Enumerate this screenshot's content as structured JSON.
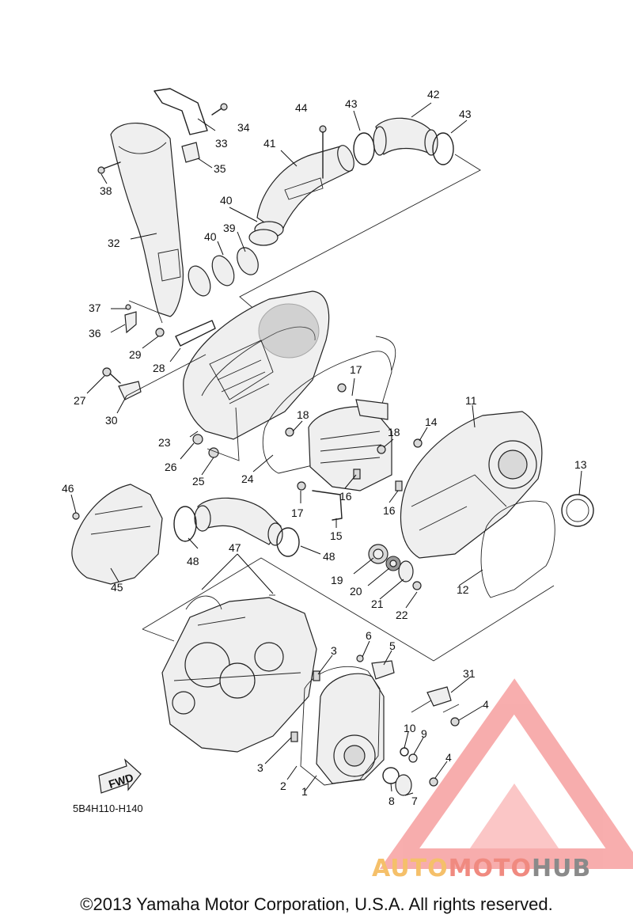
{
  "diagram": {
    "reference_code": "5B4H110-H140",
    "fwd_label": "FWD",
    "callouts": [
      {
        "id": "1",
        "text": "1"
      },
      {
        "id": "2",
        "text": "2"
      },
      {
        "id": "3a",
        "text": "3"
      },
      {
        "id": "3b",
        "text": "3"
      },
      {
        "id": "4a",
        "text": "4"
      },
      {
        "id": "4b",
        "text": "4"
      },
      {
        "id": "5",
        "text": "5"
      },
      {
        "id": "6",
        "text": "6"
      },
      {
        "id": "7",
        "text": "7"
      },
      {
        "id": "8",
        "text": "8"
      },
      {
        "id": "9",
        "text": "9"
      },
      {
        "id": "10",
        "text": "10"
      },
      {
        "id": "11",
        "text": "11"
      },
      {
        "id": "12",
        "text": "12"
      },
      {
        "id": "13",
        "text": "13"
      },
      {
        "id": "14",
        "text": "14"
      },
      {
        "id": "15",
        "text": "15"
      },
      {
        "id": "16a",
        "text": "16"
      },
      {
        "id": "16b",
        "text": "16"
      },
      {
        "id": "17a",
        "text": "17"
      },
      {
        "id": "17b",
        "text": "17"
      },
      {
        "id": "18a",
        "text": "18"
      },
      {
        "id": "18b",
        "text": "18"
      },
      {
        "id": "19",
        "text": "19"
      },
      {
        "id": "20",
        "text": "20"
      },
      {
        "id": "21",
        "text": "21"
      },
      {
        "id": "22",
        "text": "22"
      },
      {
        "id": "23",
        "text": "23"
      },
      {
        "id": "24",
        "text": "24"
      },
      {
        "id": "25",
        "text": "25"
      },
      {
        "id": "26",
        "text": "26"
      },
      {
        "id": "27",
        "text": "27"
      },
      {
        "id": "28",
        "text": "28"
      },
      {
        "id": "29",
        "text": "29"
      },
      {
        "id": "30",
        "text": "30"
      },
      {
        "id": "31",
        "text": "31"
      },
      {
        "id": "32",
        "text": "32"
      },
      {
        "id": "33",
        "text": "33"
      },
      {
        "id": "34",
        "text": "34"
      },
      {
        "id": "35",
        "text": "35"
      },
      {
        "id": "36",
        "text": "36"
      },
      {
        "id": "37",
        "text": "37"
      },
      {
        "id": "38",
        "text": "38"
      },
      {
        "id": "39",
        "text": "39"
      },
      {
        "id": "40a",
        "text": "40"
      },
      {
        "id": "40b",
        "text": "40"
      },
      {
        "id": "41",
        "text": "41"
      },
      {
        "id": "42",
        "text": "42"
      },
      {
        "id": "43a",
        "text": "43"
      },
      {
        "id": "43b",
        "text": "43"
      },
      {
        "id": "44",
        "text": "44"
      },
      {
        "id": "45",
        "text": "45"
      },
      {
        "id": "46",
        "text": "46"
      },
      {
        "id": "47",
        "text": "47"
      },
      {
        "id": "48a",
        "text": "48"
      },
      {
        "id": "48b",
        "text": "48"
      }
    ]
  },
  "watermark": {
    "text_part1": "AUTO",
    "text_part2": "MOTO",
    "text_part3": "HUB",
    "color_part1": "#f5c06a",
    "color_part2": "#f08a80",
    "color_part3": "#8a8a8a",
    "logo_color": "#f26b6b"
  },
  "footer": {
    "copyright": "©2013 Yamaha Motor Corporation, U.S.A. All rights reserved."
  }
}
